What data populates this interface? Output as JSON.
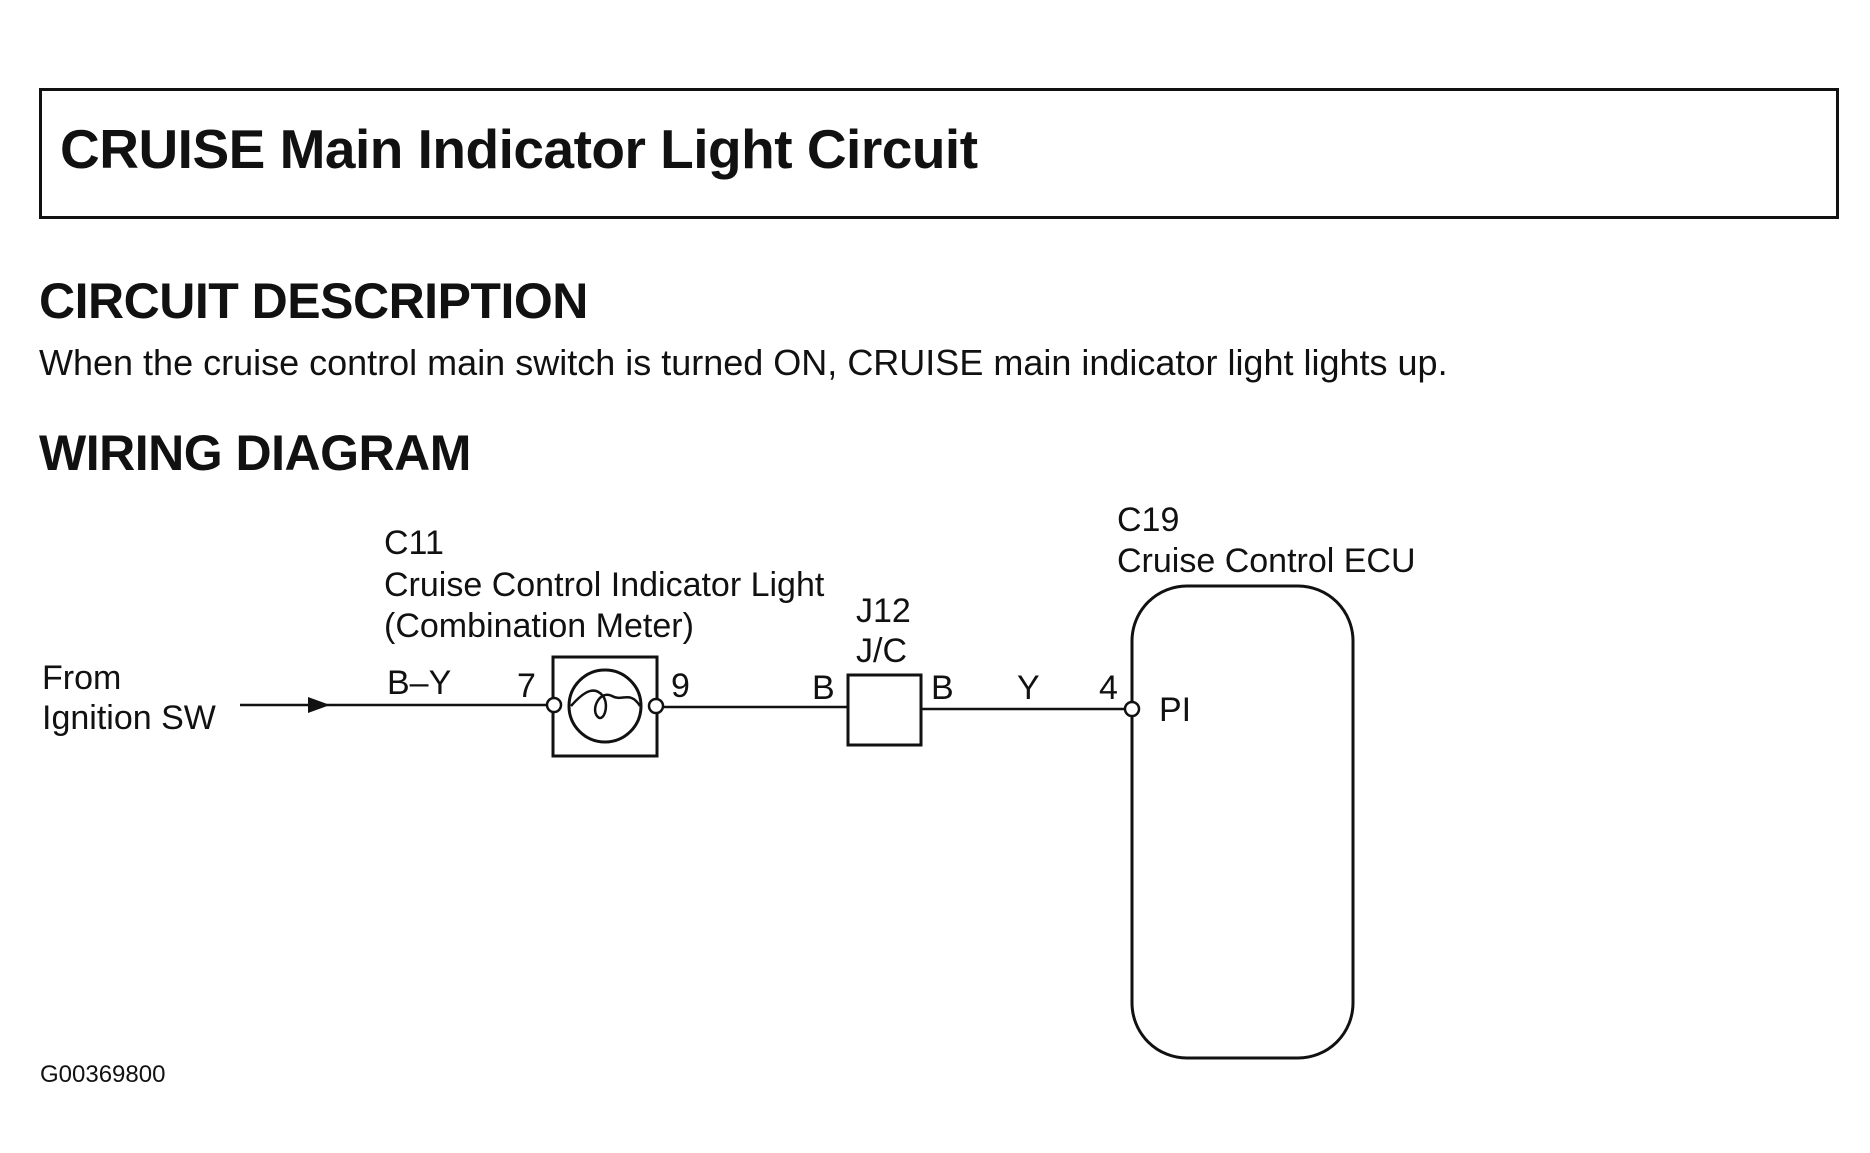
{
  "header": {
    "title": "CRUISE Main Indicator Light Circuit"
  },
  "circuit_description": {
    "heading": "CIRCUIT DESCRIPTION",
    "text": "When the cruise control main switch is turned ON, CRUISE main indicator light lights up."
  },
  "wiring_diagram": {
    "heading": "WIRING DIAGRAM",
    "source": {
      "line1": "From",
      "line2": "Ignition SW"
    },
    "indicator": {
      "code": "C11",
      "name": "Cruise Control Indicator Light",
      "sub": "(Combination Meter)",
      "pin_in": "7",
      "pin_out": "9"
    },
    "junction": {
      "code": "J12",
      "name": "J/C"
    },
    "ecu": {
      "code": "C19",
      "name": "Cruise Control ECU",
      "pin": "4",
      "terminal": "PI"
    },
    "wires": {
      "source_to_indicator": "B–Y",
      "indicator_to_junction": "B",
      "junction_out": "B",
      "junction_to_ecu": "Y"
    },
    "figure_id": "G00369800"
  },
  "colors": {
    "ink": "#111111",
    "background": "#ffffff"
  }
}
